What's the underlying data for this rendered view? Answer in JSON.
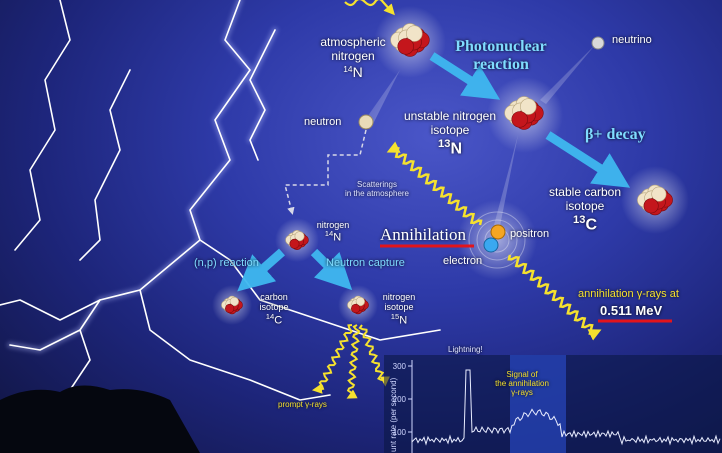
{
  "labels": {
    "atmospheric": "atmospheric",
    "nitrogen": "nitrogen",
    "n14_mass": "14",
    "n14_sym": "N",
    "photonuclear_1": "Photonuclear",
    "photonuclear_2": "reaction",
    "neutrino": "neutrino",
    "neutron": "neutron",
    "unstable_1": "unstable nitrogen",
    "unstable_2": "isotope",
    "n13_mass": "13",
    "n13_sym": "N",
    "beta_decay": "β+ decay",
    "scatterings_1": "Scatterings",
    "scatterings_2": "in the atmosphere",
    "stable_1": "stable carbon",
    "stable_2": "isotope",
    "c13_mass": "13",
    "c13_sym": "C",
    "annihilation": "Annihilation",
    "positron": "positron",
    "electron": "electron",
    "nitrogen_small": "nitrogen",
    "n14b_mass": "14",
    "n14b_sym": "N",
    "np_reaction": "(n,p) reaction",
    "neutron_capture": "Neutron capture",
    "carbon_1": "carbon",
    "carbon_2": "isotope",
    "c14_mass": "14",
    "c14_sym": "C",
    "nitrogen_iso_1": "nitrogen",
    "nitrogen_iso_2": "isotope",
    "n15_mass": "15",
    "n15_sym": "N",
    "gamma_1": "annihilation γ-rays at",
    "gamma_energy": "0.511 MeV",
    "prompt_gamma": "prompt γ-rays"
  },
  "inset": {
    "lightning": "Lightning!",
    "signal_1": "Signal of",
    "signal_2": "the annihilation",
    "signal_3": "γ-rays",
    "ylabel": "unt rate (per second)",
    "ticks": [
      "300",
      "200",
      "100"
    ]
  },
  "colors": {
    "arrow_cyan": "#3fb8f0",
    "gamma_yellow": "#f5e12e",
    "underline_red": "#e3141b",
    "proton": "#c4161c",
    "neutron_ball": "#f1e4c8"
  }
}
